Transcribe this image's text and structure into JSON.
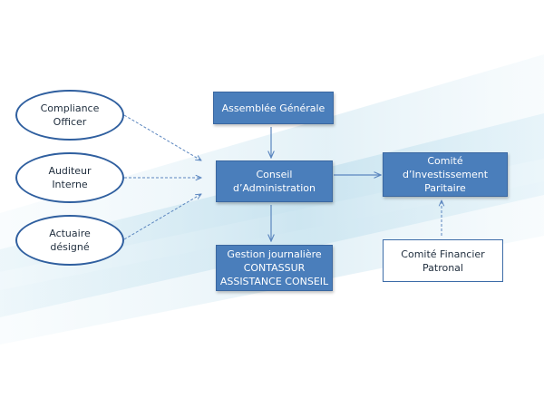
{
  "colors": {
    "box_fill": "#4a7ebb",
    "box_border": "#3a67a0",
    "outline": "#2f5f9f",
    "arrow": "#5b86bf",
    "band": "#c9e3ef"
  },
  "diagram": {
    "nodes": {
      "compliance": {
        "label": "Compliance\nOfficer"
      },
      "auditeur": {
        "label": "Auditeur\nInterne"
      },
      "actuaire": {
        "label": "Actuaire\ndésigné"
      },
      "assemblee": {
        "label": "Assemblée  Générale"
      },
      "conseil": {
        "label": "Conseil\nd’Administration"
      },
      "comite_invest": {
        "label": "Comité\nd’Investissement\nParitaire"
      },
      "gestion": {
        "label": "Gestion journalière\nCONTASSUR\nASSISTANCE CONSEIL"
      },
      "comite_fin": {
        "label": "Comité Financier\nPatronal"
      }
    },
    "edges": [
      {
        "from": "compliance",
        "to": "conseil",
        "style": "dashed"
      },
      {
        "from": "auditeur",
        "to": "conseil",
        "style": "dashed"
      },
      {
        "from": "actuaire",
        "to": "conseil",
        "style": "dashed"
      },
      {
        "from": "assemblee",
        "to": "conseil",
        "style": "solid"
      },
      {
        "from": "conseil",
        "to": "comite_invest",
        "style": "solid"
      },
      {
        "from": "conseil",
        "to": "gestion",
        "style": "solid"
      },
      {
        "from": "comite_fin",
        "to": "comite_invest",
        "style": "dashed"
      }
    ]
  }
}
